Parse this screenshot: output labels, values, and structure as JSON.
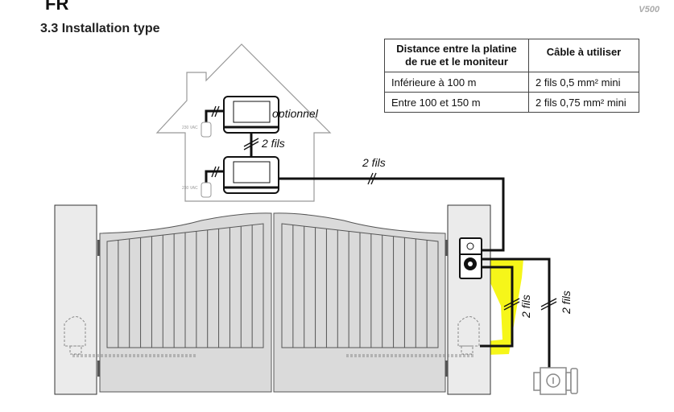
{
  "header": {
    "language": "FR",
    "model": "V500",
    "section_title": "3.3 Installation type"
  },
  "cable_table": {
    "headers": [
      "Distance entre la platine de rue et le moniteur",
      "Câble à utiliser"
    ],
    "rows": [
      [
        "Inférieure à 100 m",
        "2 fils 0,5 mm² mini"
      ],
      [
        "Entre 100 et 150 m",
        "2 fils 0,75 mm² mini"
      ]
    ]
  },
  "diagram": {
    "optional_label": "optionnel",
    "wire_label_monitors": "2 fils",
    "wire_label_main": "2 fils",
    "wire_label_motor": "2 fils",
    "wire_label_lock": "2 fils",
    "power_label_top": "230 VAC",
    "power_label_bottom": "230 VAC",
    "highlight_color": "#f5f500"
  }
}
